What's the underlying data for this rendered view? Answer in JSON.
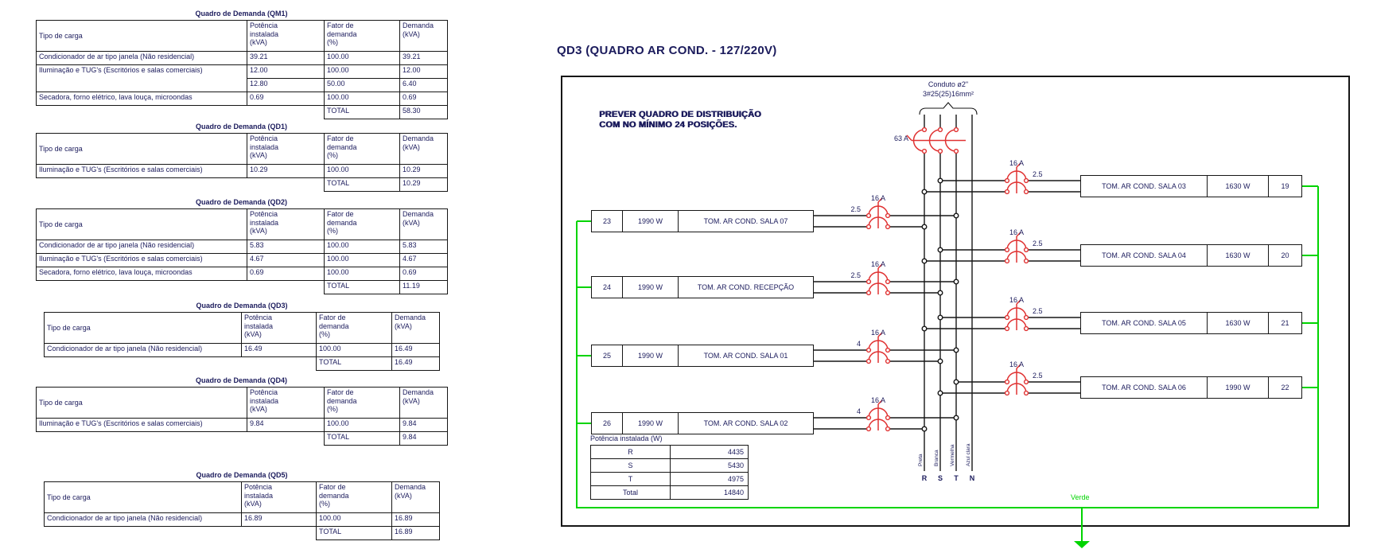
{
  "labels": {
    "headers": [
      "Tipo de carga",
      "Potência\ninstalada\n(kVA)",
      "Fator de\ndemanda\n(%)",
      "Demanda\n(kVA)"
    ],
    "total": "TOTAL"
  },
  "demand_tables": [
    {
      "title": "Quadro de Demanda (QM1)",
      "rows": [
        [
          "Condicionador de ar tipo janela (Não residencial)",
          "39.21",
          "100.00",
          "39.21"
        ],
        [
          "Iluminação e TUG's (Escritórios e salas comerciais)",
          "12.00",
          "100.00",
          "12.00"
        ],
        [
          "",
          "12.80",
          "50.00",
          "6.40"
        ],
        [
          "Secadora, forno elétrico, lava louça, microondas",
          "0.69",
          "100.00",
          "0.69"
        ]
      ],
      "total": "58.30"
    },
    {
      "title": "Quadro de Demanda (QD1)",
      "rows": [
        [
          "Iluminação e TUG's (Escritórios e salas comerciais)",
          "10.29",
          "100.00",
          "10.29"
        ]
      ],
      "total": "10.29"
    },
    {
      "title": "Quadro de Demanda (QD2)",
      "rows": [
        [
          "Condicionador de ar tipo janela (Não residencial)",
          "5.83",
          "100.00",
          "5.83"
        ],
        [
          "Iluminação e TUG's (Escritórios e salas comerciais)",
          "4.67",
          "100.00",
          "4.67"
        ],
        [
          "Secadora, forno elétrico, lava louça, microondas",
          "0.69",
          "100.00",
          "0.69"
        ]
      ],
      "total": "11.19"
    },
    {
      "title": "Quadro de Demanda (QD3)",
      "rows": [
        [
          "Condicionador de ar tipo janela (Não residencial)",
          "16.49",
          "100.00",
          "16.49"
        ]
      ],
      "total": "16.49"
    },
    {
      "title": "Quadro de Demanda (QD4)",
      "rows": [
        [
          "Iluminação e TUG's (Escritórios e salas comerciais)",
          "9.84",
          "100.00",
          "9.84"
        ]
      ],
      "total": "9.84"
    },
    {
      "title": "Quadro de Demanda (QD5)",
      "rows": [
        [
          "Condicionador de ar tipo janela (Não residencial)",
          "16.89",
          "100.00",
          "16.89"
        ]
      ],
      "total": "16.89"
    }
  ],
  "diagram": {
    "title": "QD3 (QUADRO AR COND. - 127/220V)",
    "note_line1": "PREVER QUADRO DE DISTRIBUIÇÃO",
    "note_line2": "COM NO MÍNIMO 24 POSIÇÕES.",
    "conduit_line1": "Conduto ø2\"",
    "conduit_line2": "3#25(25)16mm²",
    "main_breaker": "63 A",
    "bus_labels": [
      "R",
      "S",
      "T",
      "N"
    ],
    "bus_wire_colors": [
      "Preta",
      "Branca",
      "Vermelha",
      "Azul clara"
    ],
    "left_circuits": [
      {
        "number": "23",
        "power": "1990 W",
        "label": "TOM. AR COND. SALA 07",
        "breaker": "16 A",
        "wire": "2.5"
      },
      {
        "number": "24",
        "power": "1990 W",
        "label": "TOM. AR COND. RECEPÇÃO",
        "breaker": "16 A",
        "wire": "2.5"
      },
      {
        "number": "25",
        "power": "1990 W",
        "label": "TOM. AR COND. SALA 01",
        "breaker": "16 A",
        "wire": "4"
      },
      {
        "number": "26",
        "power": "1990 W",
        "label": "TOM. AR COND. SALA 02",
        "breaker": "16 A",
        "wire": "4"
      }
    ],
    "right_circuits": [
      {
        "label": "TOM. AR COND. SALA 03",
        "power": "1630 W",
        "number": "19",
        "breaker": "16 A",
        "wire": "2.5"
      },
      {
        "label": "TOM. AR COND. SALA 04",
        "power": "1630 W",
        "number": "20",
        "breaker": "16 A",
        "wire": "2.5"
      },
      {
        "label": "TOM. AR COND. SALA 05",
        "power": "1630 W",
        "number": "21",
        "breaker": "16 A",
        "wire": "2.5"
      },
      {
        "label": "TOM. AR COND. SALA 06",
        "power": "1990 W",
        "number": "22",
        "breaker": "16 A",
        "wire": "2.5"
      }
    ],
    "installed_power": {
      "title": "Potência instalada (W)",
      "rows": [
        [
          "R",
          "4435"
        ],
        [
          "S",
          "5430"
        ],
        [
          "T",
          "4975"
        ],
        [
          "Total",
          "14840"
        ]
      ]
    },
    "ground_label": "Verde",
    "colors": {
      "ink": "#1b1b5c",
      "red": "#e03232",
      "green": "#00d400",
      "line": "#161616"
    }
  }
}
